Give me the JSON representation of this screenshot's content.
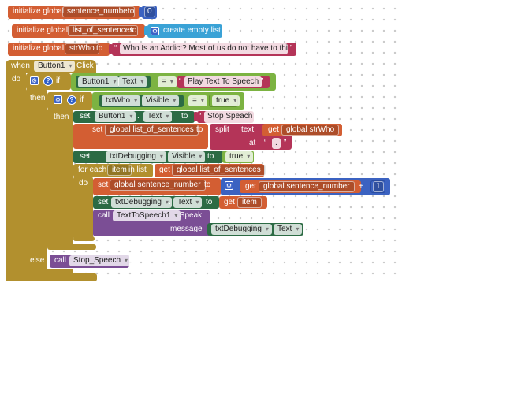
{
  "colors": {
    "variables": "#d35e33",
    "text": "#b43458",
    "lists": "#3aa2d6",
    "control": "#b2902e",
    "logic": "#7cb342",
    "components": "#2c6b44",
    "procedures": "#7b4e95",
    "math": "#3b62c1"
  },
  "globals": [
    {
      "keyword": "initialize global",
      "name": "sentence_number",
      "to": "to",
      "value": "0"
    },
    {
      "keyword": "initialize global",
      "name": "list_of_sentences",
      "to": "to",
      "value": "create empty list"
    },
    {
      "keyword": "initialize global",
      "name": "strWho",
      "to": "to",
      "value": "Who Is an Addict?  Most of us do not have to thi..."
    }
  ],
  "event": {
    "when": "when",
    "component": "Button1",
    "event": "Click",
    "do": "do",
    "if1": {
      "if": "if",
      "comp": "Button1",
      "prop": "Text",
      "op": "=",
      "value": "Play Text To Speech",
      "then": "then",
      "else": "else",
      "if2": {
        "if": "if",
        "comp": "txtWho",
        "prop": "Visible",
        "op": "=",
        "value": "true",
        "then": "then",
        "set_btn": {
          "set": "set",
          "comp": "Button1",
          "dot": ".",
          "prop": "Text",
          "to": "to",
          "value": "Stop Speach"
        },
        "set_list": {
          "set": "set",
          "var": "global list_of_sentences",
          "to": "to",
          "split": "split",
          "text": "text",
          "get": "get",
          "source": "global strWho",
          "at": "at",
          "sep": "."
        },
        "set_debug": {
          "set": "set",
          "comp": "txtDebugging",
          "dot": ".",
          "prop": "Visible",
          "to": "to",
          "value": "true"
        },
        "foreach": {
          "for_each": "for each",
          "item": "item",
          "in_list": "in list",
          "get": "get",
          "list": "global list_of_sentences",
          "do": "do",
          "set_num": {
            "set": "set",
            "var": "global sentence_number",
            "to": "to",
            "get": "get",
            "src": "global sentence_number",
            "op": "+",
            "n": "1"
          },
          "set_txt": {
            "set": "set",
            "comp": "txtDebugging",
            "dot": ".",
            "prop": "Text",
            "to": "to",
            "get": "get",
            "src": "item"
          },
          "call_speak": {
            "call": "call",
            "comp": "TextToSpeech1",
            "method": ".Speak",
            "param": "message",
            "arg_comp": "txtDebugging",
            "dot": ".",
            "arg_prop": "Text"
          }
        }
      },
      "else_call": {
        "call": "call",
        "proc": "Stop_Speech"
      }
    }
  }
}
